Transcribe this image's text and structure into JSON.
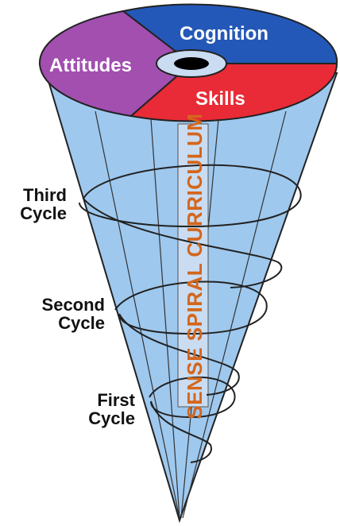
{
  "segments": {
    "cognition": {
      "label": "Cognition",
      "color": "#2458b8"
    },
    "attitudes": {
      "label": "Attitudes",
      "color": "#a24fb0"
    },
    "skills": {
      "label": "Skills",
      "color": "#e82b36"
    }
  },
  "cycles": {
    "third": {
      "line1": "Third",
      "line2": "Cycle"
    },
    "second": {
      "line1": "Second",
      "line2": "Cycle"
    },
    "first": {
      "line1": "First",
      "line2": "Cycle"
    }
  },
  "vertical_title": {
    "text": "SENSE SPIRAL CURRICULUM",
    "color": "#d4661c",
    "band_color": "#c9dcf2"
  },
  "cone_color": "#9ec8ee"
}
